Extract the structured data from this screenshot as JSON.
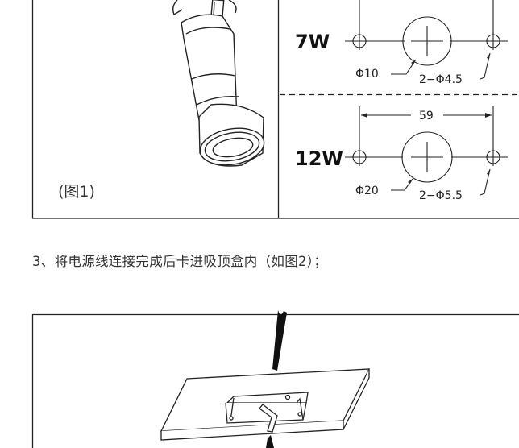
{
  "figure1": {
    "caption": "(图1)",
    "spec_7w": {
      "power": "7W",
      "center_hole": "Φ10",
      "mount_holes": "2−Φ4.5"
    },
    "spec_12w": {
      "power": "12W",
      "spacing": "59",
      "center_hole": "Φ20",
      "mount_holes": "2−Φ5.5"
    }
  },
  "instruction_text": "3、将电源线连接完成后卡进吸顶盒内（如图2）；"
}
